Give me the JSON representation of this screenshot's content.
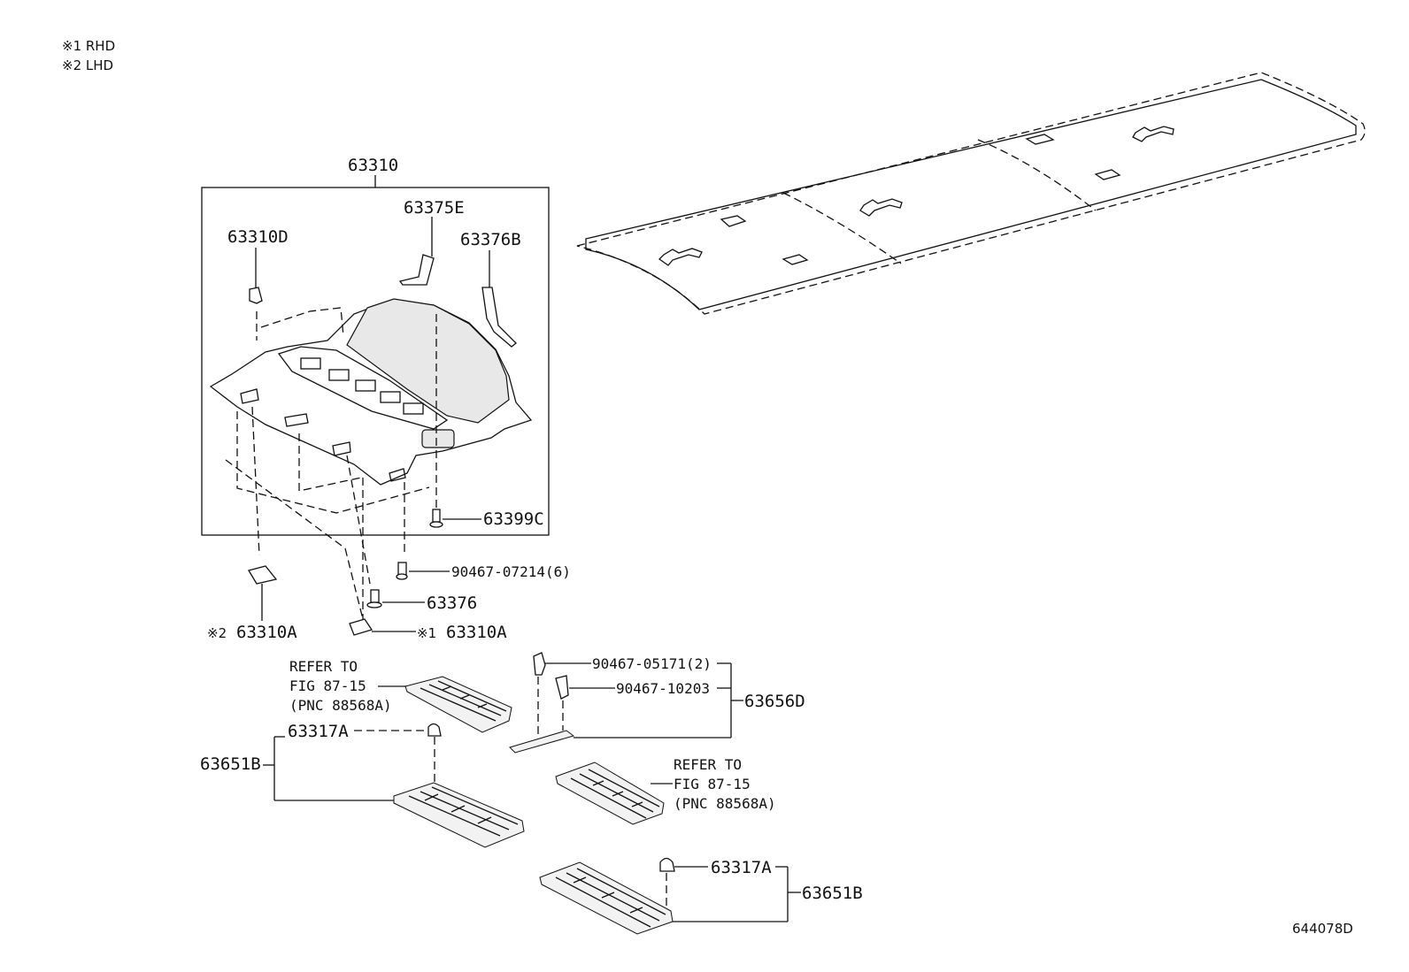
{
  "notes": {
    "rhd": "※1 RHD",
    "lhd": "※2 LHD"
  },
  "figure_id": "644078D",
  "parts": {
    "p63310": "63310",
    "p63375E": "63375E",
    "p63310D": "63310D",
    "p63376B": "63376B",
    "p63399C": "63399C",
    "p90467_07214": "90467-07214(6)",
    "p63376": "63376",
    "p63310A_lhd_mark": "※2",
    "p63310A_lhd": "63310A",
    "p63310A_rhd_mark": "※1",
    "p63310A_rhd": "63310A",
    "p90467_05171": "90467-05171(2)",
    "p90467_10203": "90467-10203",
    "p63656D": "63656D",
    "p63317A_upper": "63317A",
    "p63651B_left": "63651B",
    "p63317A_lower": "63317A",
    "p63651B_right": "63651B"
  },
  "refs": {
    "left": {
      "line1": "REFER TO",
      "line2": "FIG 87-15",
      "line3": "(PNC 88568A)"
    },
    "right": {
      "line1": "REFER TO",
      "line2": "FIG 87-15",
      "line3": "(PNC 88568A)"
    }
  }
}
